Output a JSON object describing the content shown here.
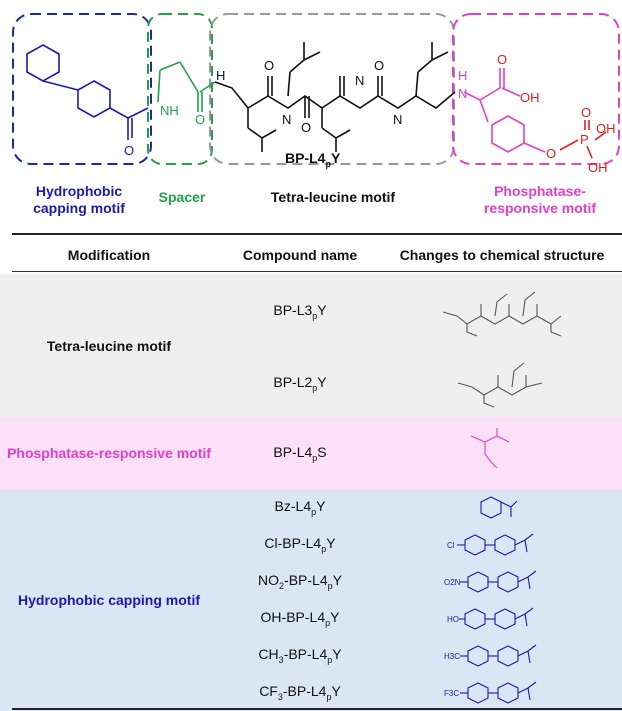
{
  "scheme": {
    "compound_label": "BP-L4",
    "compound_sub": "p",
    "compound_tail": "Y",
    "regions": [
      {
        "label": "Hydrophobic capping motif",
        "color": "#1a1ab3"
      },
      {
        "label": "Spacer",
        "color": "#22a04a"
      },
      {
        "label": "Tetra-leucine motif",
        "color": "#111111"
      },
      {
        "label": "Phosphatase-responsive motif",
        "color": "#e040c8"
      }
    ],
    "atoms": {
      "nh": "NH",
      "o": "O",
      "h": "H",
      "n": "N",
      "oh": "OH",
      "p": "P"
    }
  },
  "table": {
    "headers": [
      "Modification",
      "Compound name",
      "Changes to chemical structure"
    ],
    "groups": [
      {
        "modification": "Tetra-leucine motif",
        "color": "#111111",
        "rows": [
          {
            "name": "BP-L3",
            "sub": "p",
            "tail": "Y"
          },
          {
            "name": "BP-L2",
            "sub": "p",
            "tail": "Y"
          }
        ]
      },
      {
        "modification": "Phosphatase-responsive motif",
        "color": "#e040c8",
        "rows": [
          {
            "name": "BP-L4",
            "sub": "p",
            "tail": "S"
          }
        ]
      },
      {
        "modification": "Hydrophobic capping motif",
        "color": "#1a1ab3",
        "rows": [
          {
            "name": "Bz-L4",
            "sub": "p",
            "tail": "Y"
          },
          {
            "name": "Cl-BP-L4",
            "sub": "p",
            "tail": "Y",
            "prefix_atom": "Cl"
          },
          {
            "name": "NO",
            "sub": "2",
            "tail": "-BP-L4",
            "sub2": "p",
            "tail2": "Y",
            "prefix_atom": "O2N"
          },
          {
            "name": "OH-BP-L4",
            "sub": "p",
            "tail": "Y",
            "prefix_atom": "HO"
          },
          {
            "name": "CH",
            "sub": "3",
            "tail": "-BP-L4",
            "sub2": "p",
            "tail2": "Y",
            "prefix_atom": "H3C"
          },
          {
            "name": "CF",
            "sub": "3",
            "tail": "-BP-L4",
            "sub2": "p",
            "tail2": "Y",
            "prefix_atom": "F3C"
          }
        ]
      }
    ]
  }
}
